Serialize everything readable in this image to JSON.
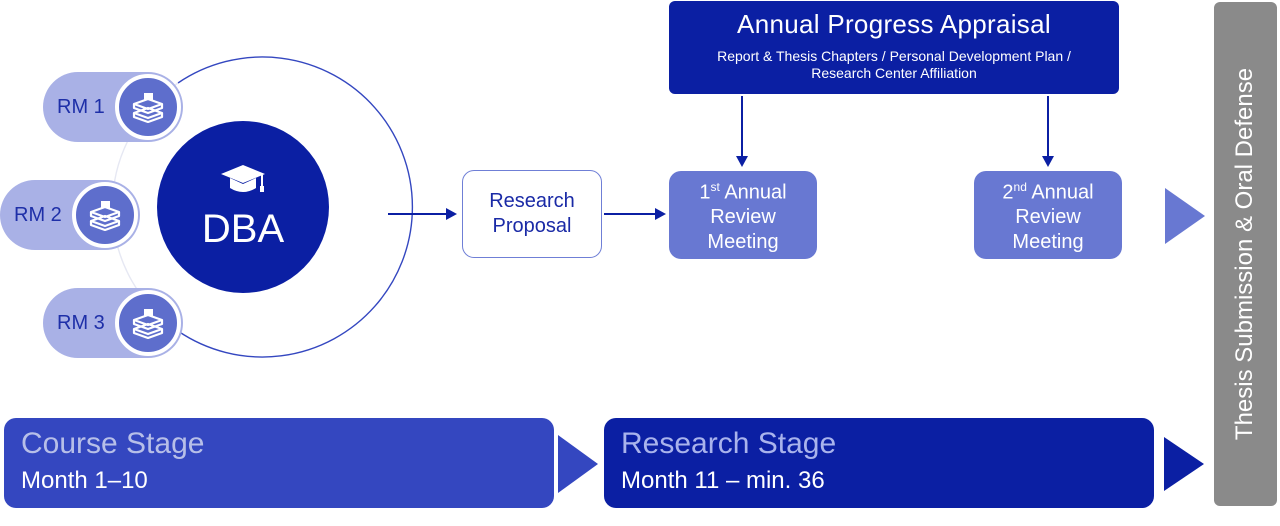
{
  "appraisal": {
    "title": "Annual Progress Appraisal",
    "subtitle": "Report & Thesis Chapters / Personal Development Plan / Research Center Affiliation"
  },
  "final_stage": {
    "label": "Thesis Submission & Oral Defense"
  },
  "program": {
    "label": "DBA",
    "icon": "graduation-cap-icon"
  },
  "research_modules": [
    {
      "label": "RM 1",
      "icon": "book-stack-icon"
    },
    {
      "label": "RM 2",
      "icon": "book-stack-icon"
    },
    {
      "label": "RM 3",
      "icon": "book-stack-icon"
    }
  ],
  "proposal": {
    "label": "Research Proposal"
  },
  "meetings": [
    {
      "ordinal": "1",
      "suffix": "st",
      "rest": "Annual Review Meeting"
    },
    {
      "ordinal": "2",
      "suffix": "nd",
      "rest": "Annual Review Meeting"
    }
  ],
  "stages": [
    {
      "name": "Course Stage",
      "months": "Month 1–10"
    },
    {
      "name": "Research Stage",
      "months": "Month 11 – min. 36"
    }
  ],
  "colors": {
    "dark_blue": "#0b1fa3",
    "mid_blue": "#6878d2",
    "light_blue": "#a9b1e6",
    "gray": "#8a8a8a"
  }
}
